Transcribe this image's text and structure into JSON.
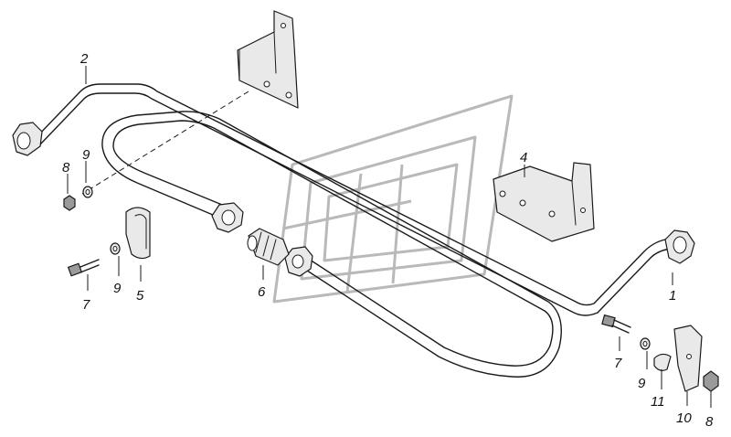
{
  "callouts": {
    "c1": "1",
    "c2": "2",
    "c4": "4",
    "c5": "5",
    "c6": "6",
    "c7a": "7",
    "c7b": "7",
    "c8a": "8",
    "c8b": "8",
    "c9a": "9",
    "c9b": "9",
    "c9c": "9",
    "c10": "10",
    "c11": "11"
  },
  "colors": {
    "line": "#1a1a1a",
    "watermark": "#b9b9b9",
    "background": "#ffffff"
  },
  "icons": {
    "watermark": "logo-watermark-icon"
  }
}
